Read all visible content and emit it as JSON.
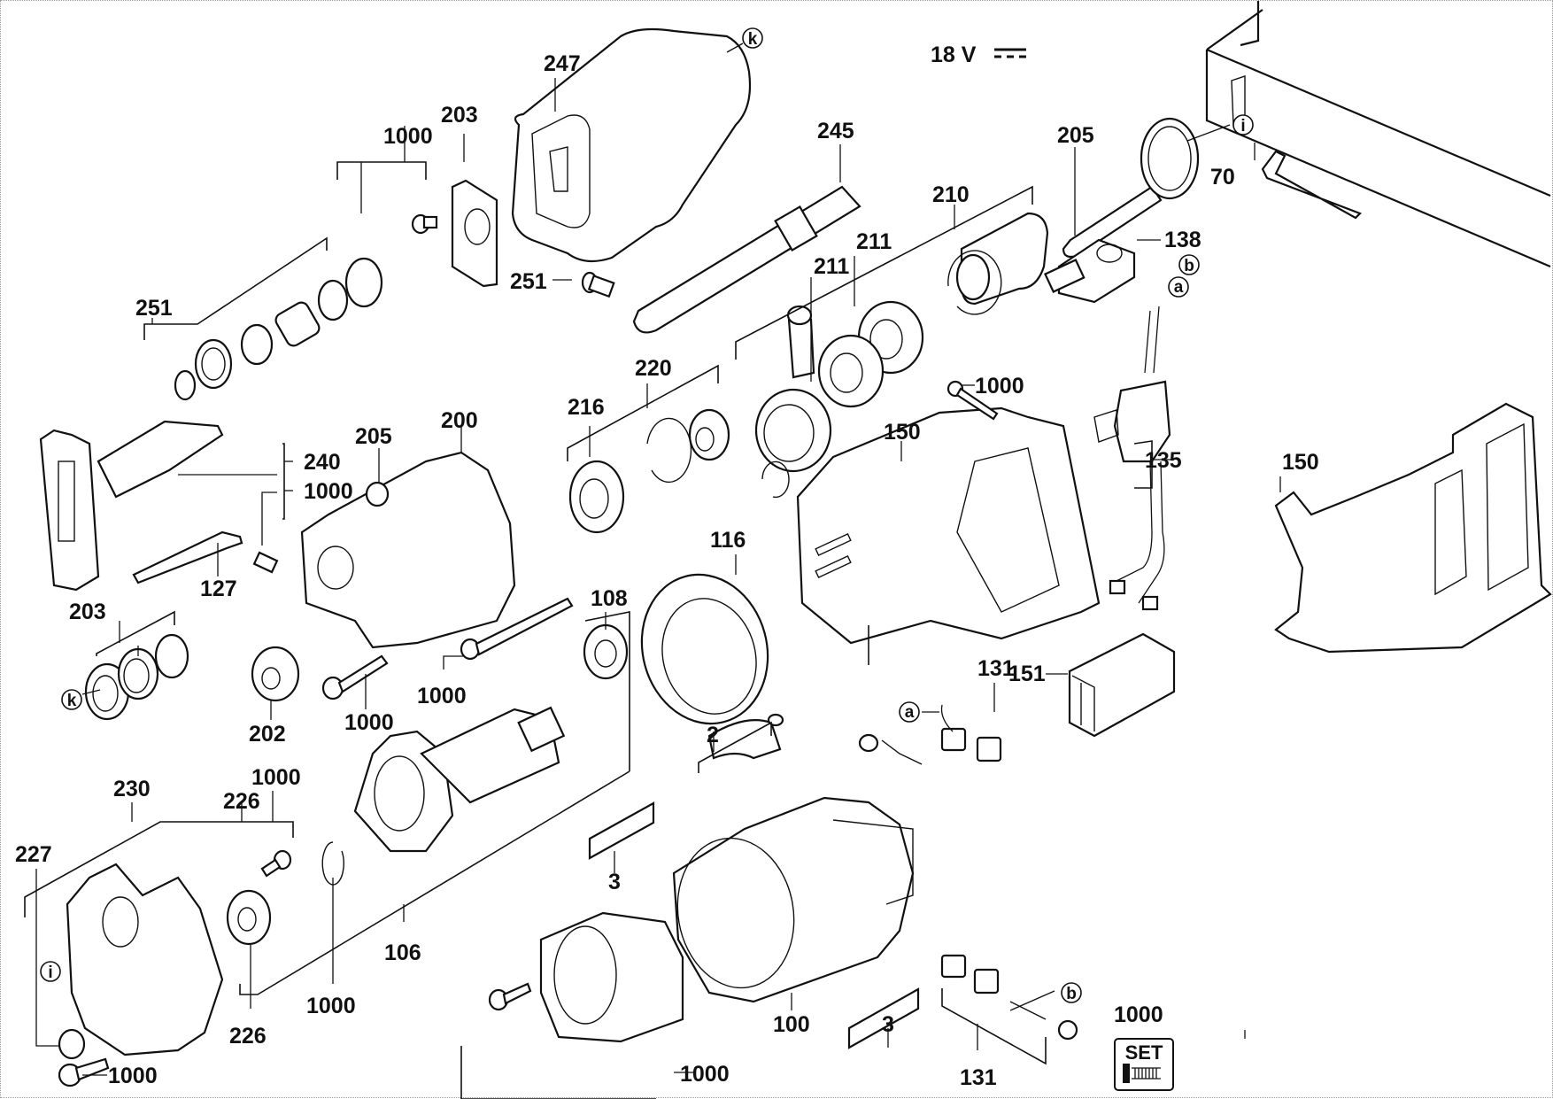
{
  "diagram": {
    "type": "exploded-parts-diagram",
    "voltage_label": "18 V",
    "voltage_symbol": "dc-symbol",
    "set_badge": {
      "label": "SET",
      "part_number": "1000",
      "icon": "screw-set-icon"
    },
    "reference_markers": [
      "k",
      "k",
      "i",
      "i",
      "a",
      "a",
      "b",
      "b"
    ],
    "part_labels": [
      {
        "id": "p247",
        "text": "247"
      },
      {
        "id": "p203a",
        "text": "203"
      },
      {
        "id": "p1000a",
        "text": "1000"
      },
      {
        "id": "p251a",
        "text": "251"
      },
      {
        "id": "p245",
        "text": "245"
      },
      {
        "id": "p251b",
        "text": "251"
      },
      {
        "id": "p210",
        "text": "210"
      },
      {
        "id": "p211a",
        "text": "211"
      },
      {
        "id": "p211b",
        "text": "211"
      },
      {
        "id": "p220",
        "text": "220"
      },
      {
        "id": "p216",
        "text": "216"
      },
      {
        "id": "p205a",
        "text": "205"
      },
      {
        "id": "p70",
        "text": "70"
      },
      {
        "id": "p138",
        "text": "138"
      },
      {
        "id": "p1000b",
        "text": "1000"
      },
      {
        "id": "p150a",
        "text": "150"
      },
      {
        "id": "p135",
        "text": "135"
      },
      {
        "id": "p150b",
        "text": "150"
      },
      {
        "id": "p151",
        "text": "151"
      },
      {
        "id": "p200",
        "text": "200"
      },
      {
        "id": "p205b",
        "text": "205"
      },
      {
        "id": "p240",
        "text": "240"
      },
      {
        "id": "p1000c",
        "text": "1000"
      },
      {
        "id": "p127",
        "text": "127"
      },
      {
        "id": "p203b",
        "text": "203"
      },
      {
        "id": "p202",
        "text": "202"
      },
      {
        "id": "p1000d",
        "text": "1000"
      },
      {
        "id": "p1000e",
        "text": "1000"
      },
      {
        "id": "p108",
        "text": "108"
      },
      {
        "id": "p116",
        "text": "116"
      },
      {
        "id": "p131a",
        "text": "131"
      },
      {
        "id": "p2",
        "text": "2"
      },
      {
        "id": "p230",
        "text": "230"
      },
      {
        "id": "p226a",
        "text": "226"
      },
      {
        "id": "p1000f",
        "text": "1000"
      },
      {
        "id": "p227",
        "text": "227"
      },
      {
        "id": "p106",
        "text": "106"
      },
      {
        "id": "p1000g",
        "text": "1000"
      },
      {
        "id": "p226b",
        "text": "226"
      },
      {
        "id": "p1000h",
        "text": "1000"
      },
      {
        "id": "p3a",
        "text": "3"
      },
      {
        "id": "p100",
        "text": "100"
      },
      {
        "id": "p3b",
        "text": "3"
      },
      {
        "id": "p1000i",
        "text": "1000"
      },
      {
        "id": "p131b",
        "text": "131"
      },
      {
        "id": "p1000j",
        "text": "1000"
      }
    ]
  }
}
